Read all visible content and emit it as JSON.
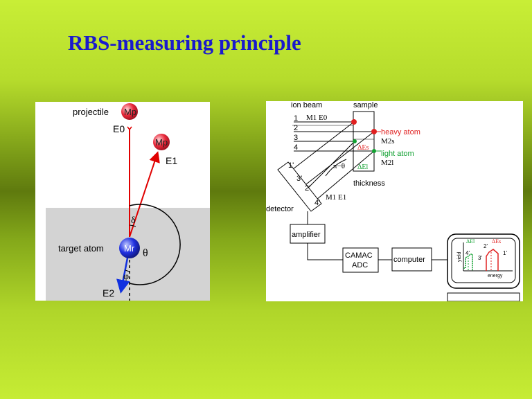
{
  "slide": {
    "title": "RBS-measuring principle"
  },
  "left_diagram": {
    "projectile_label": "projectile",
    "projectile_mass": "Mp",
    "initial_energy": "E0",
    "scattered_projectile_mass": "Mp",
    "scattered_energy": "E1",
    "target_label": "target atom",
    "target_mass": "Mr",
    "recoil_energy": "E2",
    "delta_symbol": "δ",
    "theta_symbol": "θ",
    "phi_symbol": "φ",
    "colors": {
      "projectile": "#e8283a",
      "target": "#2030e0",
      "beam": "#e00000",
      "recoil": "#1030e0"
    }
  },
  "right_diagram": {
    "ion_beam_label": "ion beam",
    "incident_ion": "M1 E0",
    "sample_label": "sample",
    "beam_numbers": [
      "1",
      "2",
      "3",
      "4"
    ],
    "heavy_atom_label": "heavy atom",
    "heavy_atom_mass": "M2s",
    "light_atom_label": "light atom",
    "light_atom_mass": "M2l",
    "delta_es": "ΔEs",
    "delta_el": "ΔEl",
    "angle_label": "π−θ",
    "thickness_label": "thickness",
    "scattered_ion": "M1 E1",
    "detector_label": "detector",
    "detector_numbers": [
      "1'",
      "3'",
      "2'",
      "4'"
    ],
    "amplifier_label": "amplifier",
    "camac_label": "CAMAC",
    "adc_label": "ADC",
    "computer_label": "computer",
    "spectrum": {
      "delta_el": "ΔEl",
      "delta_es": "ΔEs",
      "ylabel": "yield",
      "xlabel": "energy",
      "peak_labels": [
        "4'",
        "3'",
        "2'",
        "1'"
      ]
    },
    "colors": {
      "heavy": "#e02020",
      "light": "#10a030"
    }
  }
}
